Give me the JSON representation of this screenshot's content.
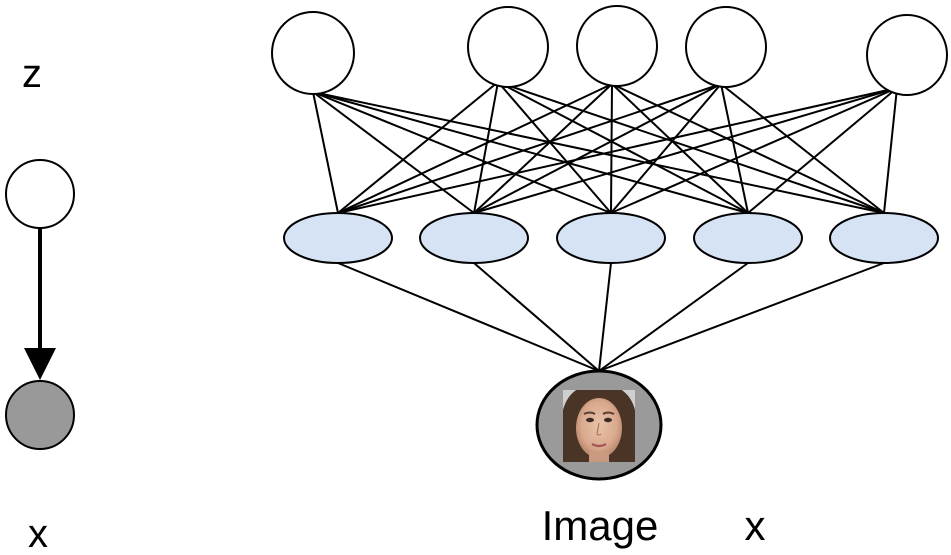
{
  "graphical_model": {
    "latent_label": "z",
    "observed_label": "x"
  },
  "network": {
    "image_label": "Image",
    "image_variable_label": "x",
    "top_layer_count": 5,
    "hidden_layer_count": 5,
    "fully_connected": true
  },
  "colors": {
    "latent_node_fill": "#ffffff",
    "observed_node_fill": "#999999",
    "hidden_node_fill": "#d6e3f5",
    "stroke": "#000000",
    "image_node_fill": "#9a9a9a"
  },
  "icons": {
    "image_node": "face-photo-icon"
  }
}
